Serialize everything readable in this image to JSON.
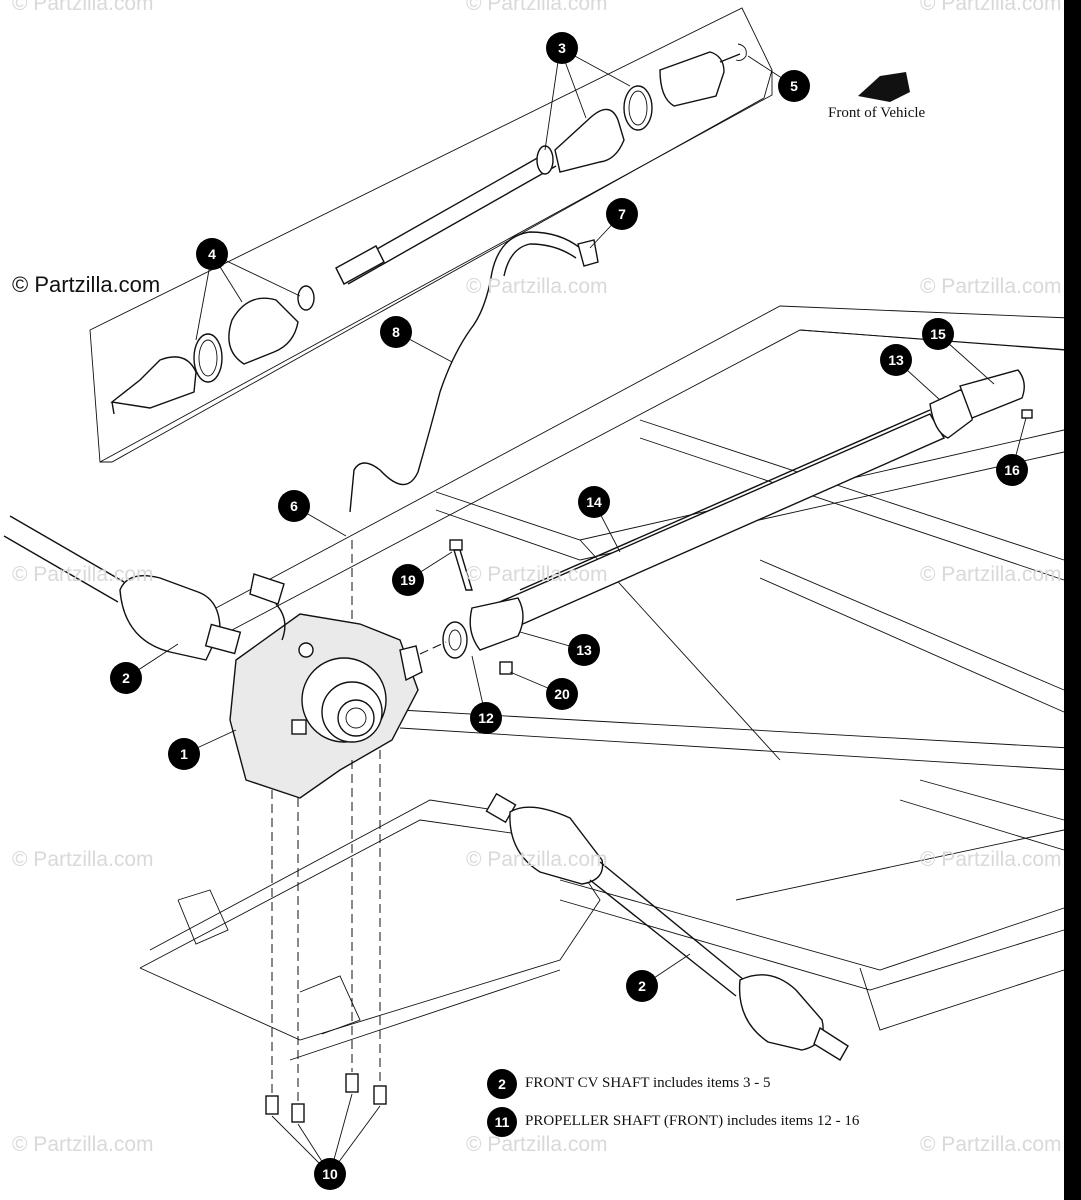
{
  "watermark": "© Partzilla.com",
  "watermark_dark": "© Partzilla.com",
  "front_of_vehicle": "Front of Vehicle",
  "callouts": [
    "1",
    "2",
    "2",
    "3",
    "4",
    "5",
    "6",
    "7",
    "8",
    "10",
    "12",
    "13",
    "13",
    "14",
    "15",
    "16",
    "19",
    "20"
  ],
  "notes": [
    {
      "num": "2",
      "text": "FRONT CV SHAFT includes items 3 - 5"
    },
    {
      "num": "11",
      "text": "PROPELLER SHAFT (FRONT) includes items 12 - 16"
    }
  ],
  "colors": {
    "ink": "#111111",
    "watermark": "#d9d9d9",
    "paper": "#ffffff"
  }
}
